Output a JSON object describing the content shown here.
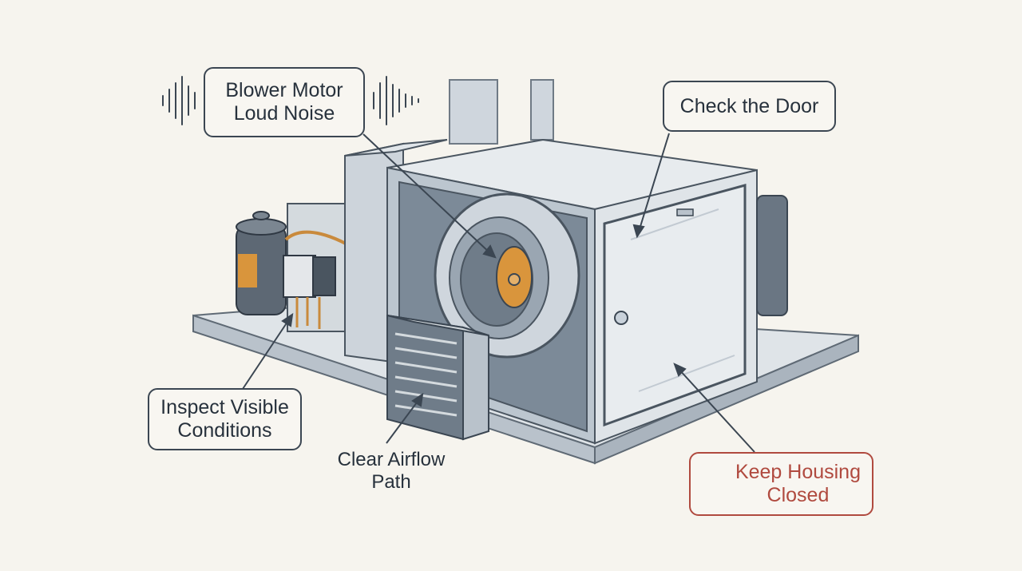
{
  "labels": {
    "blower": {
      "line1": "Blower Motor",
      "line2": "Loud Noise"
    },
    "door": {
      "line1": "Check the Door"
    },
    "inspect": {
      "line1": "Inspect Visible",
      "line2": "Conditions"
    },
    "airflow": {
      "line1": "Clear Airflow",
      "line2": "Path"
    },
    "housing": {
      "line1": "Keep Housing",
      "line2": "Closed"
    }
  },
  "icons": {
    "sound": "sound-wave-icon",
    "hand": "hand-tap-icon"
  },
  "colors": {
    "ink": "#3b4652",
    "warning": "#b04a3f",
    "motor": "#d9953c",
    "steel": "#c9d2db"
  }
}
